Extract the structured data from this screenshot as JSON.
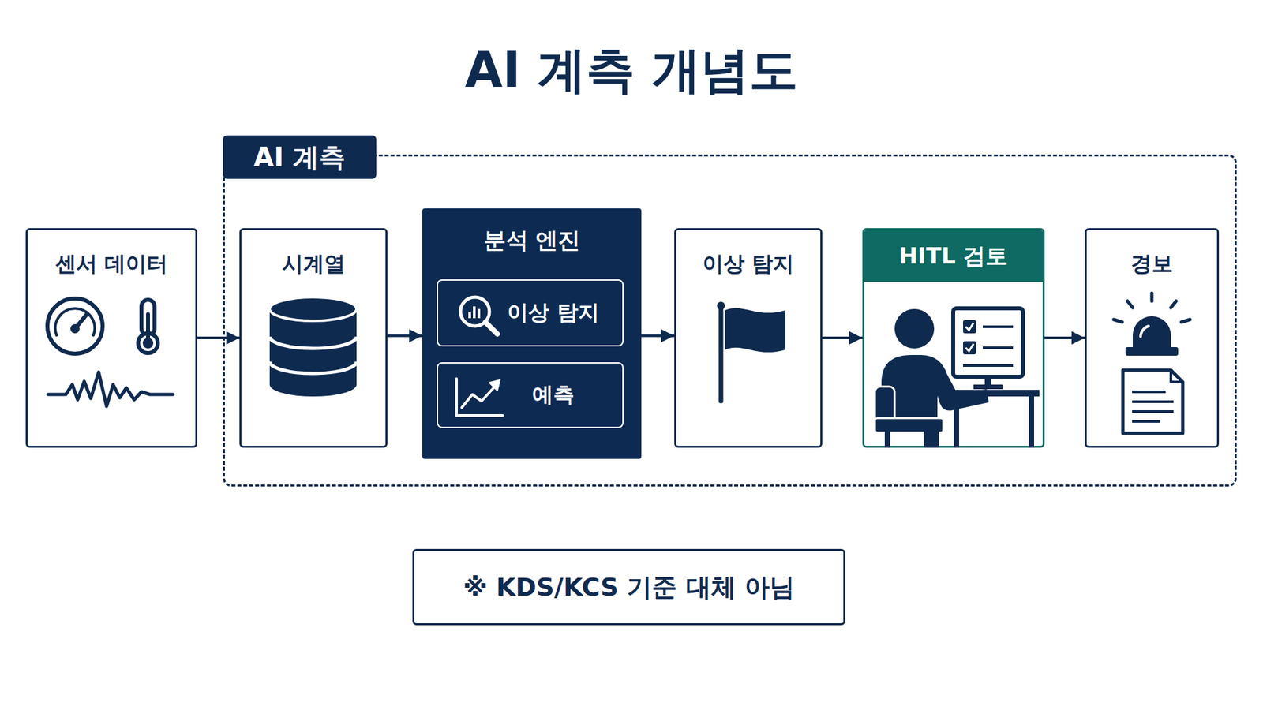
{
  "diagram": {
    "title": "AI 계측 개념도",
    "nodes": [
      {
        "text": [
          "센서 데이터"
        ]
      },
      {
        "text": [
          "AI 계측"
        ]
      },
      {
        "text": [
          "시계열"
        ],
        "in": 1
      },
      {
        "text": [
          "분석 엔진"
        ],
        "in": 1
      },
      {
        "text": [
          "이상 탐지"
        ],
        "in": 3
      },
      {
        "text": [
          "예측"
        ],
        "in": 3
      },
      {
        "text": [
          "이상 탐지"
        ],
        "in": 1
      },
      {
        "text": [
          "HITL 검토"
        ],
        "in": 1
      },
      {
        "text": [
          "경보"
        ],
        "in": 1
      },
      {
        "text": [
          "※ KDS/KCS 기준 대체 아님"
        ]
      }
    ],
    "edges": [
      {
        "from": 0,
        "to": 2,
        "arrow": "to"
      },
      {
        "from": 2,
        "to": 3,
        "arrow": "to"
      },
      {
        "from": 3,
        "to": 6,
        "arrow": "to"
      },
      {
        "from": 6,
        "to": 7,
        "arrow": "to"
      },
      {
        "from": 7,
        "to": 8,
        "arrow": "to"
      }
    ]
  }
}
